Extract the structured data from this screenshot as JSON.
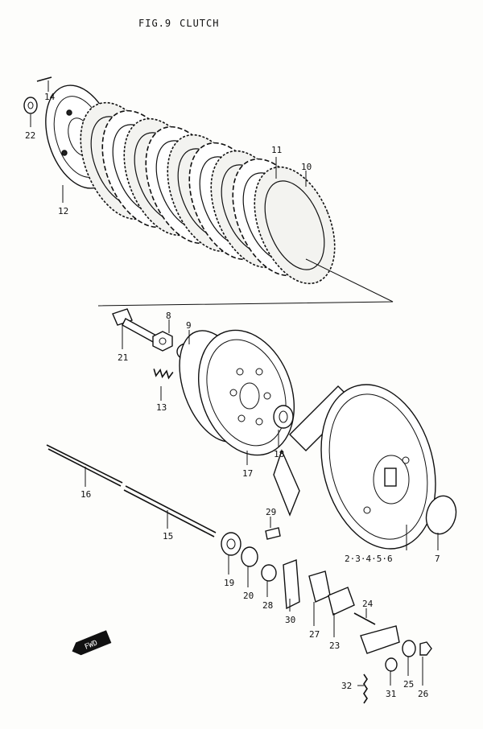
{
  "figure": {
    "number": "FIG.9",
    "title": "CLUTCH"
  },
  "fwd_label": "FWD",
  "callouts": [
    {
      "key": "14",
      "label": "14"
    },
    {
      "key": "22",
      "label": "22"
    },
    {
      "key": "12",
      "label": "12"
    },
    {
      "key": "11",
      "label": "11"
    },
    {
      "key": "10",
      "label": "10"
    },
    {
      "key": "8",
      "label": "8"
    },
    {
      "key": "9",
      "label": "9"
    },
    {
      "key": "21",
      "label": "21"
    },
    {
      "key": "13",
      "label": "13"
    },
    {
      "key": "17",
      "label": "17"
    },
    {
      "key": "18",
      "label": "18"
    },
    {
      "key": "16",
      "label": "16"
    },
    {
      "key": "15",
      "label": "15"
    },
    {
      "key": "29",
      "label": "29"
    },
    {
      "key": "19",
      "label": "19"
    },
    {
      "key": "20",
      "label": "20"
    },
    {
      "key": "28",
      "label": "28"
    },
    {
      "key": "30",
      "label": "30"
    },
    {
      "key": "27",
      "label": "27"
    },
    {
      "key": "23",
      "label": "23"
    },
    {
      "key": "24",
      "label": "24"
    },
    {
      "key": "25",
      "label": "25"
    },
    {
      "key": "26",
      "label": "26"
    },
    {
      "key": "31",
      "label": "31"
    },
    {
      "key": "32",
      "label": "32"
    },
    {
      "key": "7",
      "label": "7"
    },
    {
      "key": "2-6",
      "label": "2·3·4·5·6"
    }
  ]
}
